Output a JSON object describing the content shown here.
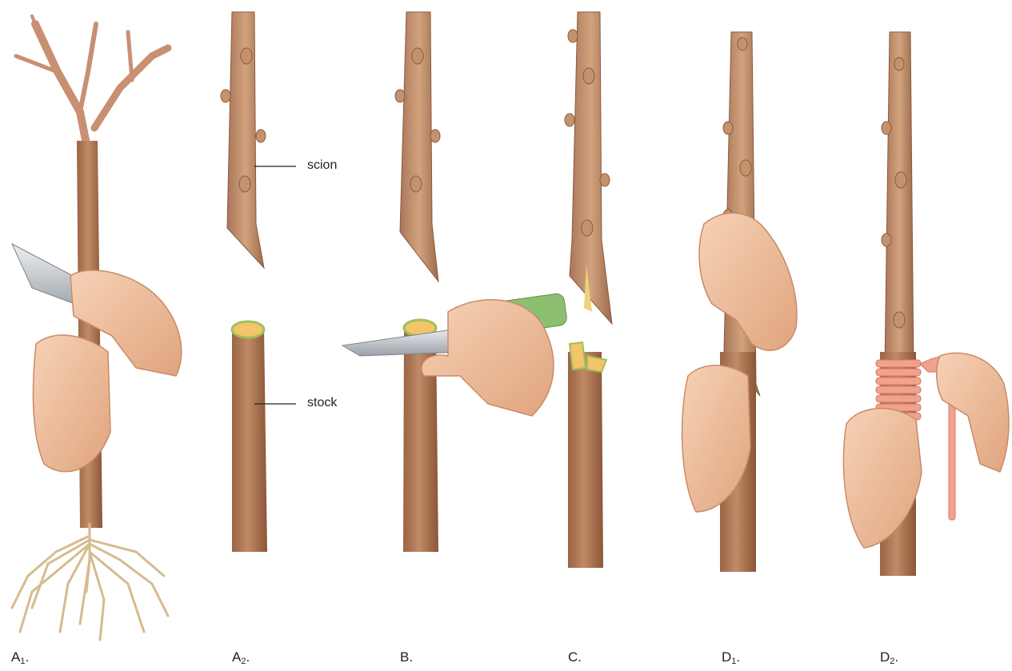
{
  "figure": {
    "callouts": {
      "scion": "scion",
      "stock": "stock"
    },
    "panels": [
      {
        "id": "a1",
        "letter": "A",
        "sub": "1",
        "suffix": "."
      },
      {
        "id": "a2",
        "letter": "A",
        "sub": "2",
        "suffix": "."
      },
      {
        "id": "b",
        "letter": "B",
        "sub": "",
        "suffix": "."
      },
      {
        "id": "c",
        "letter": "C",
        "sub": "",
        "suffix": "."
      },
      {
        "id": "d1",
        "letter": "D",
        "sub": "1",
        "suffix": "."
      },
      {
        "id": "d2",
        "letter": "D",
        "sub": "2",
        "suffix": "."
      }
    ],
    "colors": {
      "bark": "#b07a5a",
      "bark_dark": "#8a5a3e",
      "wood_light": "#d8b38a",
      "cambium": "#9cc25a",
      "skin": "#f0c2a0",
      "skin_shadow": "#d89a78",
      "knife_blade": "#c9cdd2",
      "knife_handle": "#8cc070",
      "tape": "#f2a28c",
      "roots": "#d7bb8f"
    },
    "icons": {
      "knife": "knife-icon",
      "hand": "hand-icon",
      "roots": "roots-icon",
      "bud": "bud-icon",
      "tape": "grafting-tape-icon"
    }
  }
}
